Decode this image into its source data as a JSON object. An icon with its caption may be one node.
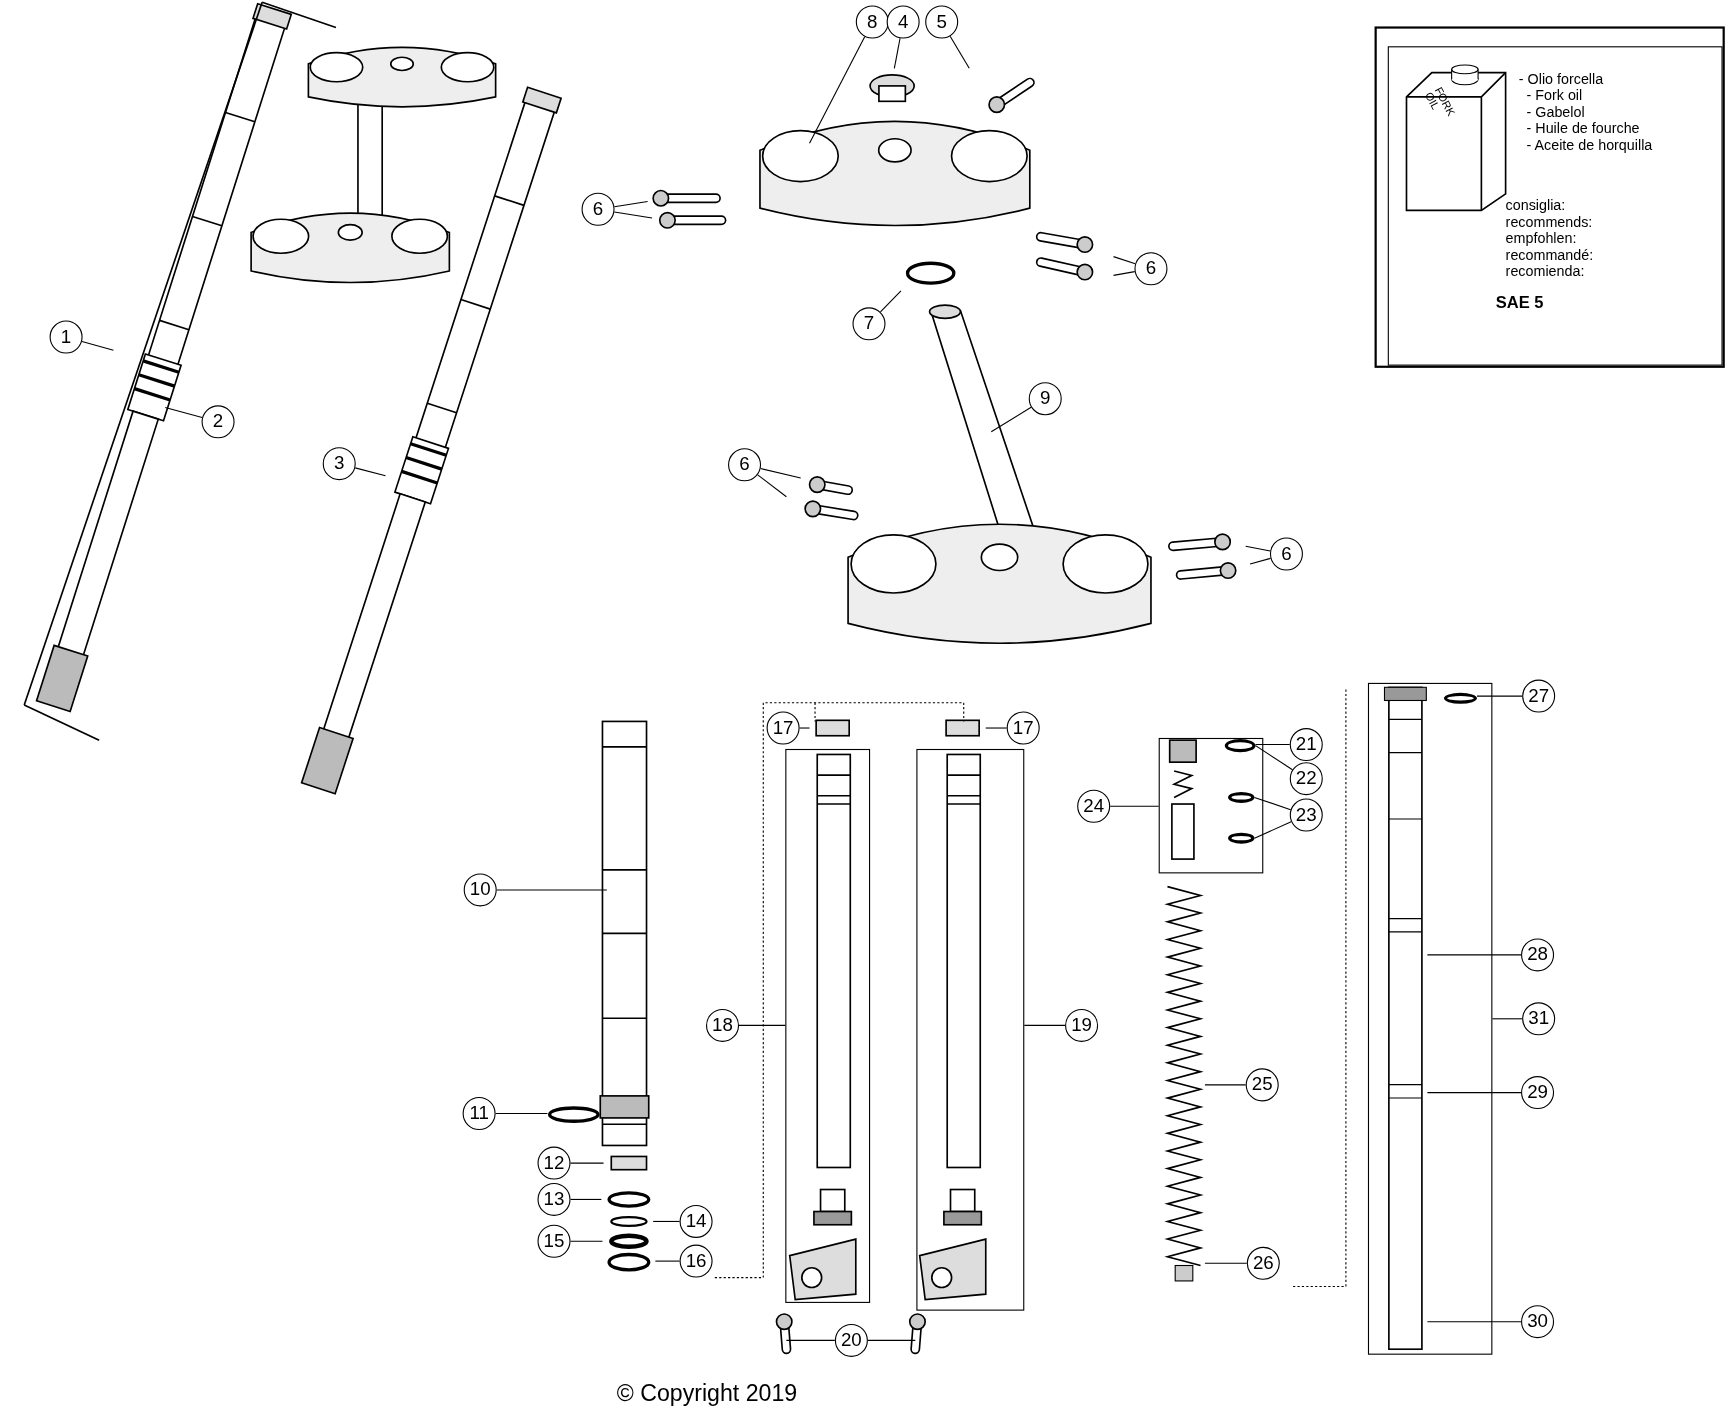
{
  "diagram": {
    "nodes": [
      {
        "text": [
          "1"
        ]
      },
      {
        "text": [
          "2"
        ]
      },
      {
        "text": [
          "3"
        ]
      },
      {
        "text": [
          "8"
        ]
      },
      {
        "text": [
          "4"
        ]
      },
      {
        "text": [
          "5"
        ]
      },
      {
        "text": [
          "6"
        ]
      },
      {
        "text": [
          "6"
        ]
      },
      {
        "text": [
          "7"
        ]
      },
      {
        "text": [
          "9"
        ]
      },
      {
        "text": [
          "6"
        ]
      },
      {
        "text": [
          "6"
        ]
      },
      {
        "text": [
          "10"
        ]
      },
      {
        "text": [
          "11"
        ]
      },
      {
        "text": [
          "12"
        ]
      },
      {
        "text": [
          "13"
        ]
      },
      {
        "text": [
          "14"
        ]
      },
      {
        "text": [
          "15"
        ]
      },
      {
        "text": [
          "16"
        ]
      },
      {
        "text": [
          "17"
        ]
      },
      {
        "text": [
          "17"
        ]
      },
      {
        "text": [
          "18"
        ]
      },
      {
        "text": [
          "19"
        ]
      },
      {
        "text": [
          "20"
        ]
      },
      {
        "text": [
          "21"
        ]
      },
      {
        "text": [
          "22"
        ]
      },
      {
        "text": [
          "23"
        ]
      },
      {
        "text": [
          "24"
        ]
      },
      {
        "text": [
          "25"
        ]
      },
      {
        "text": [
          "26"
        ]
      },
      {
        "text": [
          "27"
        ]
      },
      {
        "text": [
          "28"
        ]
      },
      {
        "text": [
          "29"
        ]
      },
      {
        "text": [
          "30"
        ]
      },
      {
        "text": [
          "31"
        ]
      },
      {
        "text": [],
        "shape": "box"
      },
      {
        "text": [],
        "shape": "box"
      },
      {
        "text": [],
        "shape": "box"
      },
      {
        "text": [],
        "shape": "box"
      },
      {
        "text": [],
        "shape": "circle",
        "in": 37
      },
      {
        "text": [],
        "shape": "circle",
        "in": 37
      },
      {
        "text": [],
        "shape": "circle",
        "in": 37
      },
      {
        "text": [],
        "shape": "spring"
      },
      {
        "text": [
          "- Olio forcella",
          "- Fork oil",
          "- Gabelol",
          "- Huile de fourche",
          "- Aceite de horquilla",
          "consiglia:",
          "recommends:",
          "empfohlen:",
          "recommandé:",
          "recomienda:",
          "SAE 5"
        ]
      },
      {
        "text": [],
        "shape": "circle",
        "in": 38
      },
      {
        "text": [],
        "shape": "bar",
        "in": 38
      }
    ],
    "edges": [
      {
        "from": 0,
        "to": null,
        "arrow": "none"
      },
      {
        "from": 1,
        "to": null,
        "arrow": "none"
      },
      {
        "from": 2,
        "to": null,
        "arrow": "none"
      },
      {
        "from": 3,
        "to": null,
        "arrow": "none"
      },
      {
        "from": 4,
        "to": null,
        "arrow": "none"
      },
      {
        "from": 5,
        "to": null,
        "arrow": "none"
      },
      {
        "from": 6,
        "to": null,
        "arrow": "none"
      },
      {
        "from": 6,
        "to": null,
        "arrow": "none"
      },
      {
        "from": 7,
        "to": null,
        "arrow": "none"
      },
      {
        "from": 7,
        "to": null,
        "arrow": "none"
      },
      {
        "from": 8,
        "to": null,
        "arrow": "none"
      },
      {
        "from": 9,
        "to": null,
        "arrow": "none"
      },
      {
        "from": 10,
        "to": null,
        "arrow": "none"
      },
      {
        "from": 10,
        "to": null,
        "arrow": "none"
      },
      {
        "from": 11,
        "to": null,
        "arrow": "none"
      },
      {
        "from": 11,
        "to": null,
        "arrow": "none"
      },
      {
        "from": 12,
        "to": null,
        "arrow": "none"
      },
      {
        "from": 13,
        "to": null,
        "arrow": "none"
      },
      {
        "from": 14,
        "to": null,
        "arrow": "none"
      },
      {
        "from": 15,
        "to": null,
        "arrow": "none"
      },
      {
        "from": 16,
        "to": null,
        "arrow": "none"
      },
      {
        "from": 17,
        "to": null,
        "arrow": "none"
      },
      {
        "from": 18,
        "to": null,
        "arrow": "none"
      },
      {
        "from": 19,
        "to": null,
        "arrow": "none"
      },
      {
        "from": 20,
        "to": null,
        "arrow": "none"
      },
      {
        "from": 21,
        "to": 35,
        "arrow": "none"
      },
      {
        "from": 22,
        "to": 36,
        "arrow": "none"
      },
      {
        "from": 23,
        "to": null,
        "arrow": "none"
      },
      {
        "from": 23,
        "to": null,
        "arrow": "none"
      },
      {
        "from": 24,
        "to": 39,
        "arrow": "none"
      },
      {
        "from": 25,
        "to": 39,
        "arrow": "none"
      },
      {
        "from": 26,
        "to": 40,
        "arrow": "none"
      },
      {
        "from": 26,
        "to": 41,
        "arrow": "none"
      },
      {
        "from": 27,
        "to": 37,
        "arrow": "none"
      },
      {
        "from": 28,
        "to": 42,
        "arrow": "none"
      },
      {
        "from": 29,
        "to": 42,
        "arrow": "none"
      },
      {
        "from": 30,
        "to": 44,
        "arrow": "none"
      },
      {
        "from": 31,
        "to": 45,
        "arrow": "none"
      },
      {
        "from": 32,
        "to": 45,
        "arrow": "none"
      },
      {
        "from": 33,
        "to": 45,
        "arrow": "none"
      },
      {
        "from": 34,
        "to": 38,
        "arrow": "none"
      }
    ],
    "labels": [
      "FORK OIL",
      "© Copyright 2019"
    ]
  }
}
